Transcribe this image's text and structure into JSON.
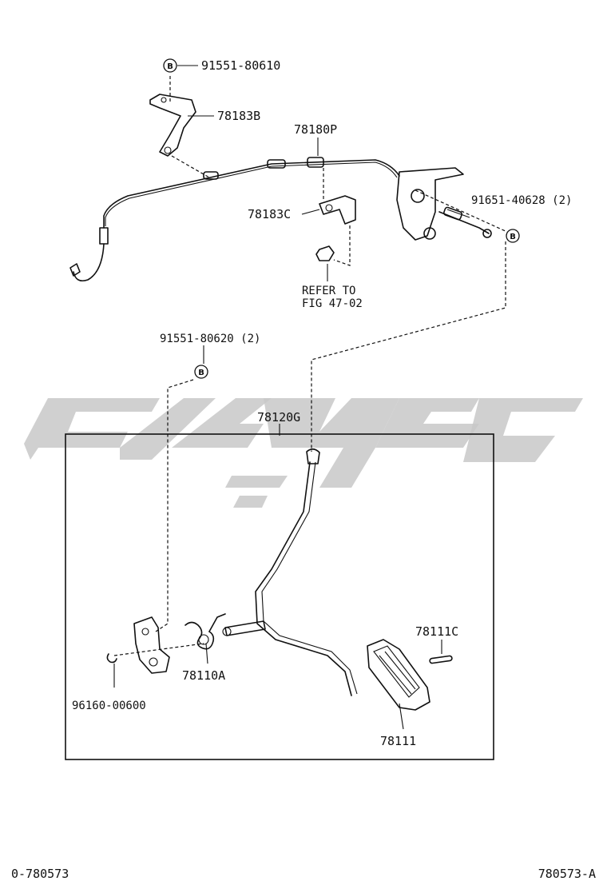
{
  "labels": {
    "p91551_80610": "91551-80610",
    "p78183B": "78183B",
    "p78180P": "78180P",
    "p78183C": "78183C",
    "p91651_40628": "91651-40628 (2)",
    "refer1": "REFER TO",
    "refer2": "FIG 47-02",
    "p91551_80620": "91551-80620 (2)",
    "p78120G": "78120G",
    "p78111C": "78111C",
    "p78110A": "78110A",
    "p96160_00600": "96160-00600",
    "p78111": "78111"
  },
  "callout_letter": "B",
  "footer": {
    "left": "0-780573",
    "right": "780573-A"
  }
}
